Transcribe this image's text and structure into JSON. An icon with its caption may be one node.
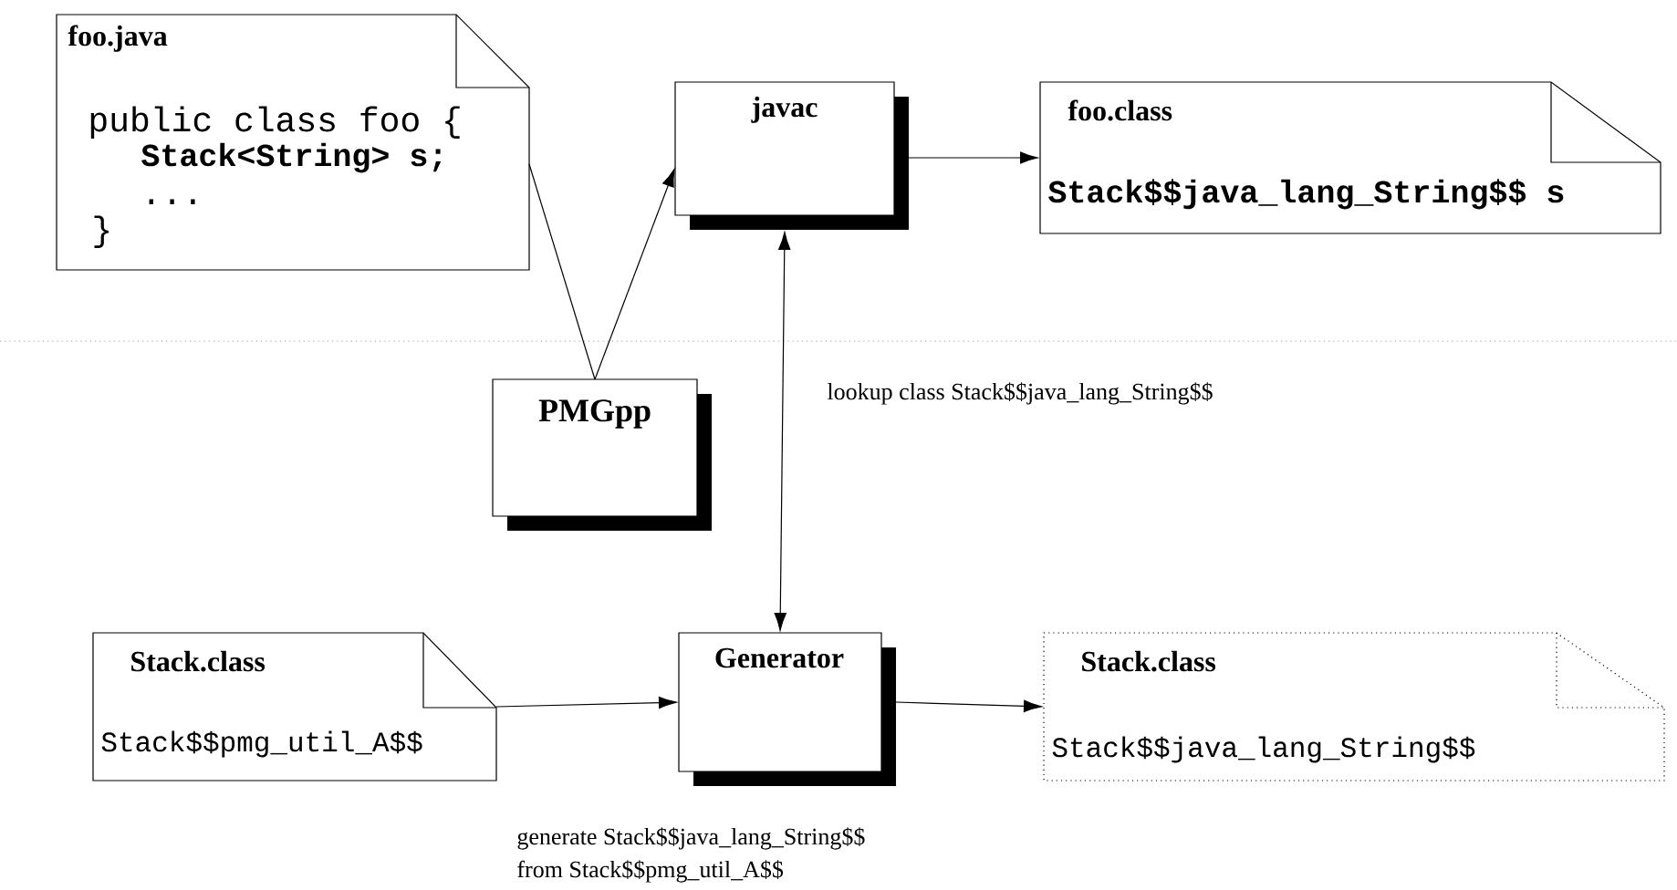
{
  "diagram": {
    "nodes": [
      {
        "text": [
          "foo.java",
          "public class foo {",
          "Stack<String> s;",
          "...",
          "}"
        ]
      },
      {
        "text": [
          "javac"
        ]
      },
      {
        "text": [
          "foo.class",
          "Stack$$java_lang_String$$ s"
        ]
      },
      {
        "text": [
          "PMGpp"
        ]
      },
      {
        "text": [
          "Stack.class",
          "Stack$$pmg_util_A$$"
        ]
      },
      {
        "text": [
          "Generator"
        ],
        "beside": [
          "generate Stack$$java_lang_String$$",
          "from Stack$$pmg_util_A$$"
        ]
      },
      {
        "text": [
          "Stack.class",
          "Stack$$java_lang_String$$"
        ]
      }
    ],
    "edges": [
      {
        "from": 0,
        "to": 3,
        "arrow": "none"
      },
      {
        "from": 3,
        "to": 1,
        "arrow": "to"
      },
      {
        "from": 1,
        "to": 2,
        "arrow": "to"
      },
      {
        "from": 1,
        "to": 5,
        "arrow": "both",
        "label": "lookup class Stack$$java_lang_String$$"
      },
      {
        "from": 4,
        "to": 5,
        "arrow": "to"
      },
      {
        "from": 5,
        "to": 6,
        "arrow": "to"
      }
    ]
  }
}
